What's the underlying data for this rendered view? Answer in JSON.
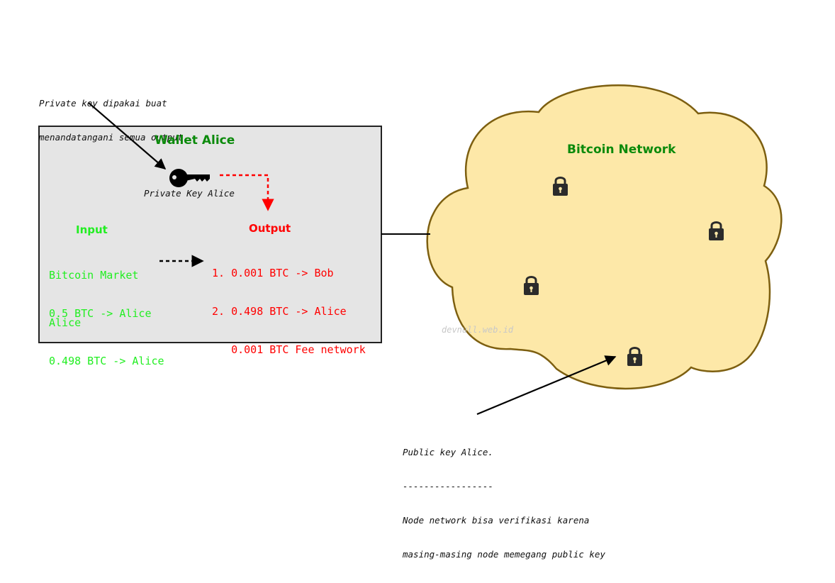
{
  "annotations": {
    "private_key_note": [
      "Private key dipakai buat",
      "menandatangani semua output"
    ],
    "public_key_note": [
      "Public key Alice.",
      "-----------------",
      "Node network bisa verifikasi karena",
      "masing-masing node memegang public key"
    ],
    "watermark": "devnull.web.id"
  },
  "wallet": {
    "title": "Wallet Alice",
    "key_label": "Private Key Alice",
    "input_title": "Input",
    "inputs": [
      {
        "line1": "Bitcoin Market",
        "line2": "0.5 BTC -> Alice"
      },
      {
        "line1": "Alice",
        "line2": "0.498 BTC -> Alice"
      }
    ],
    "output_title": "Output",
    "outputs": [
      "1. 0.001 BTC -> Bob",
      "2. 0.498 BTC -> Alice",
      "   0.001 BTC Fee network"
    ]
  },
  "network": {
    "title": "Bitcoin Network"
  },
  "colors": {
    "wallet_fill": "#e5e5e5",
    "cloud_fill": "#fde8a8",
    "cloud_stroke": "#7d5f10",
    "dark_green": "#0b8a0b",
    "bright_green": "#22ee22",
    "red": "#ff0000"
  },
  "icons": [
    "key-icon",
    "padlock-icon"
  ]
}
